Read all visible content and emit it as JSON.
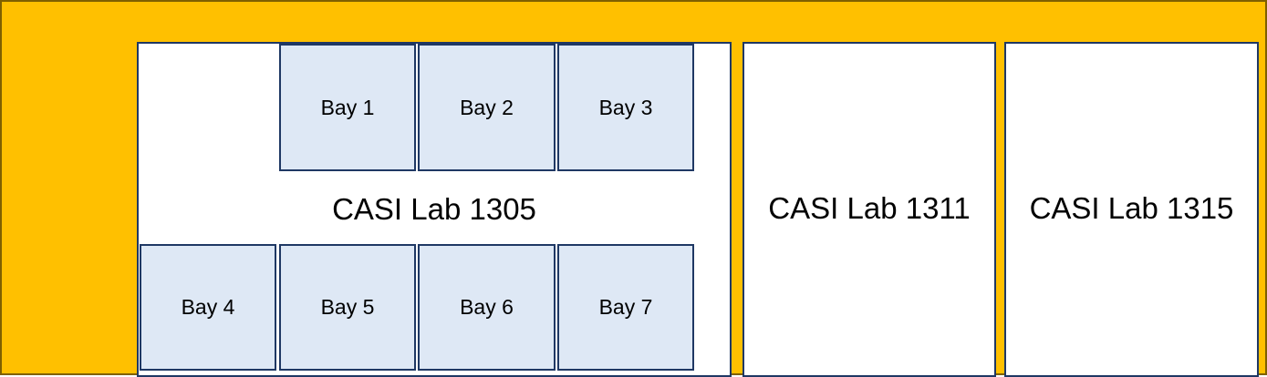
{
  "colors": {
    "corridor": "#FFC000",
    "corridor_border": "#7F6000",
    "room_fill": "#FFFFFF",
    "bay_fill": "#DEE8F5",
    "outline": "#1F3864"
  },
  "rooms": [
    {
      "label": "CASI Lab 1305"
    },
    {
      "label": "CASI Lab 1311"
    },
    {
      "label": "CASI Lab 1315"
    }
  ],
  "bays": [
    {
      "label": "Bay 1"
    },
    {
      "label": "Bay 2"
    },
    {
      "label": "Bay 3"
    },
    {
      "label": "Bay 4"
    },
    {
      "label": "Bay 5"
    },
    {
      "label": "Bay 6"
    },
    {
      "label": "Bay 7"
    }
  ]
}
